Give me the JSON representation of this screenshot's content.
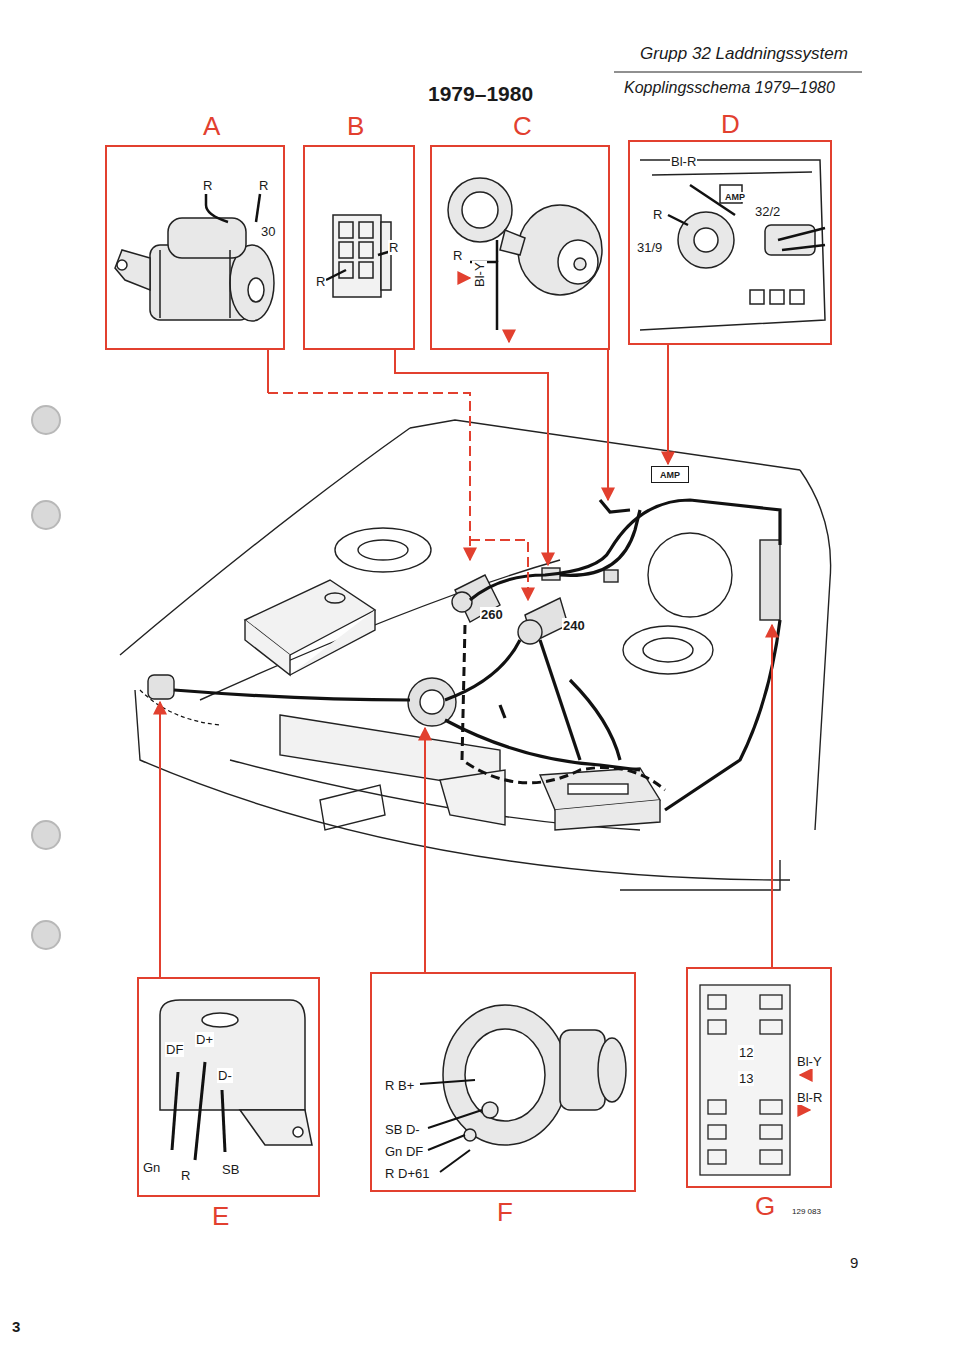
{
  "diagram": {
    "title": "Grupp 32 Laddningssystem",
    "nodes": [
      {
        "text": [
          "A",
          "R",
          "R",
          "30"
        ]
      },
      {
        "text": [
          "B",
          "R",
          "R"
        ]
      },
      {
        "text": [
          "C",
          "R",
          "Bl-Y"
        ]
      },
      {
        "text": [
          "D",
          "Bl-R",
          "R",
          "31/9",
          "32/2",
          "AMP"
        ]
      },
      {
        "text": [
          "AMP"
        ]
      },
      {
        "text": [
          "E",
          "DF",
          "D+",
          "D-",
          "Gn",
          "R",
          "SB"
        ]
      },
      {
        "text": [
          "F",
          "R B+",
          "SB D-",
          "Gn DF",
          "R D+61"
        ]
      },
      {
        "text": [
          "G",
          "12",
          "13",
          "Bl-Y",
          "Bl-R"
        ]
      }
    ],
    "labels": [
      "1979–1980",
      "Kopplingsschema 1979–1980",
      "260",
      "240",
      "129 083",
      "9",
      "3"
    ]
  }
}
